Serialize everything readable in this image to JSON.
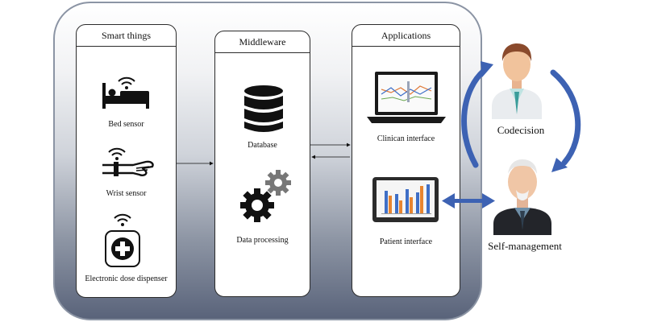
{
  "panels": {
    "smart_things": {
      "title": "Smart things",
      "items": [
        "Bed sensor",
        "Wrist sensor",
        "Electronic dose dispenser"
      ]
    },
    "middleware": {
      "title": "Middleware",
      "items": [
        "Database",
        "Data processing"
      ]
    },
    "applications": {
      "title": "Applications",
      "items": [
        "Clinican interface",
        "Patient interface"
      ]
    }
  },
  "roles": {
    "codecision": "Codecision",
    "self_management": "Self-management"
  },
  "colors": {
    "arrow_blue": "#3d62b3",
    "frame_dark": "#59637a",
    "bar_blue": "#3f6fc6",
    "bar_orange": "#e8852f"
  }
}
